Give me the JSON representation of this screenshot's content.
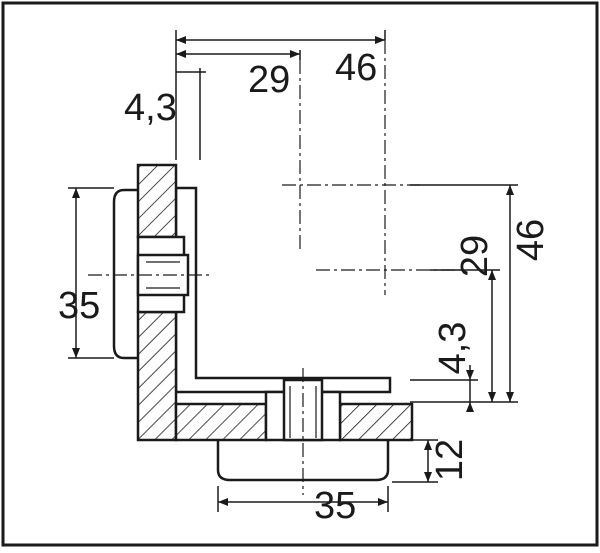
{
  "drawing": {
    "dimensions": {
      "top_overall": "46",
      "top_center": "29",
      "top_thickness": "4,3",
      "right_overall": "46",
      "right_center": "29",
      "right_thickness": "4,3",
      "left_height": "35",
      "bottom_width": "35",
      "bottom_height": "12"
    },
    "colors": {
      "line": "#1a1a1a",
      "fill_light": "#f4f4f4",
      "hatch": "#1a1a1a"
    }
  }
}
